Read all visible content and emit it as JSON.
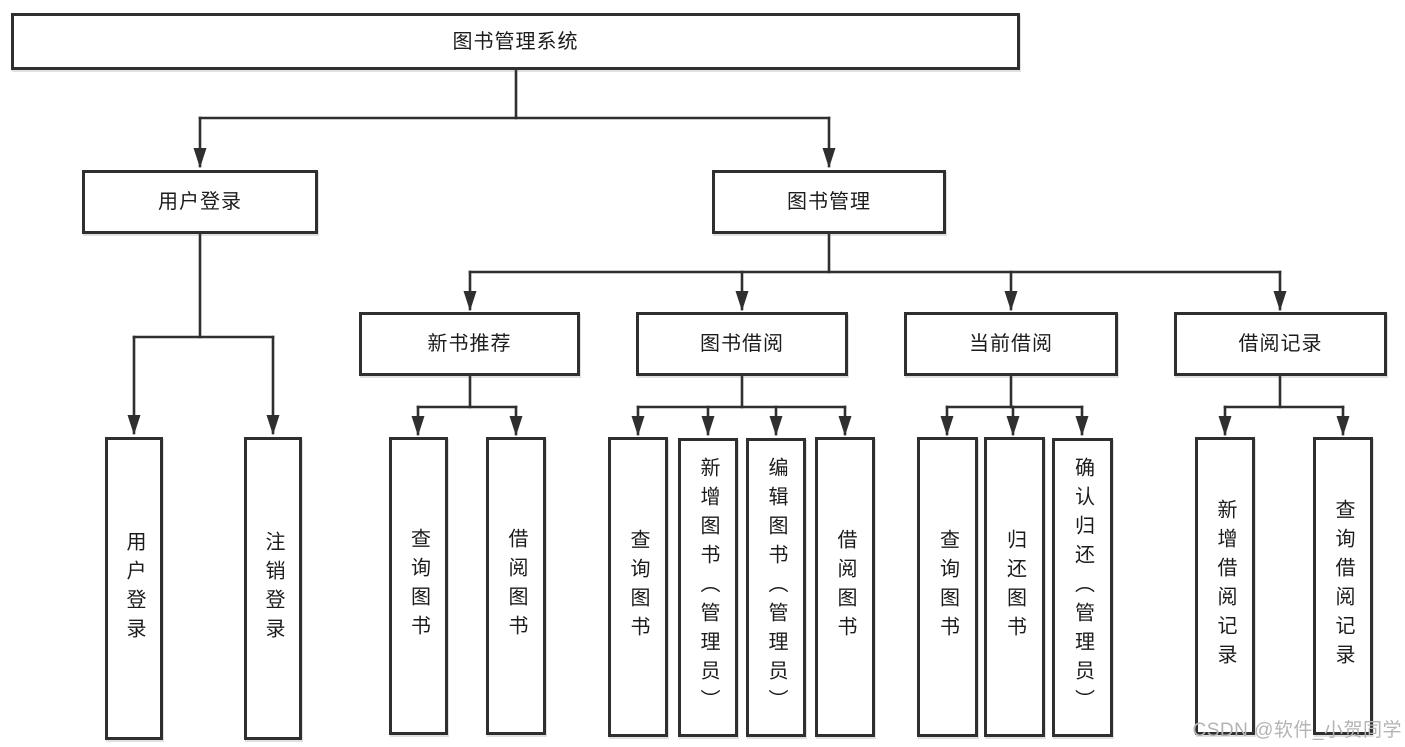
{
  "colors": {
    "border": "#2f2f2f",
    "line": "#2f2f2f",
    "text": "#1c1c1c",
    "watermark_text_color": "#b4b4b4",
    "background": "#ffffff"
  },
  "tree": {
    "label": "图书管理系统",
    "children": [
      {
        "label": "用户登录",
        "children": [
          {
            "label": "用户登录"
          },
          {
            "label": "注销登录"
          }
        ]
      },
      {
        "label": "图书管理",
        "children": [
          {
            "label": "新书推荐",
            "children": [
              {
                "label": "查询图书"
              },
              {
                "label": "借阅图书"
              }
            ]
          },
          {
            "label": "图书借阅",
            "children": [
              {
                "label": "查询图书"
              },
              {
                "label": "新增图书（管理员）"
              },
              {
                "label": "编辑图书（管理员）"
              },
              {
                "label": "借阅图书"
              }
            ]
          },
          {
            "label": "当前借阅",
            "children": [
              {
                "label": "查询图书"
              },
              {
                "label": "归还图书"
              },
              {
                "label": "确认归还（管理员）"
              }
            ]
          },
          {
            "label": "借阅记录",
            "children": [
              {
                "label": "新增借阅记录"
              },
              {
                "label": "查询借阅记录"
              }
            ]
          }
        ]
      }
    ]
  },
  "watermark": {
    "text": "CSDN @软件_小贺同学"
  }
}
